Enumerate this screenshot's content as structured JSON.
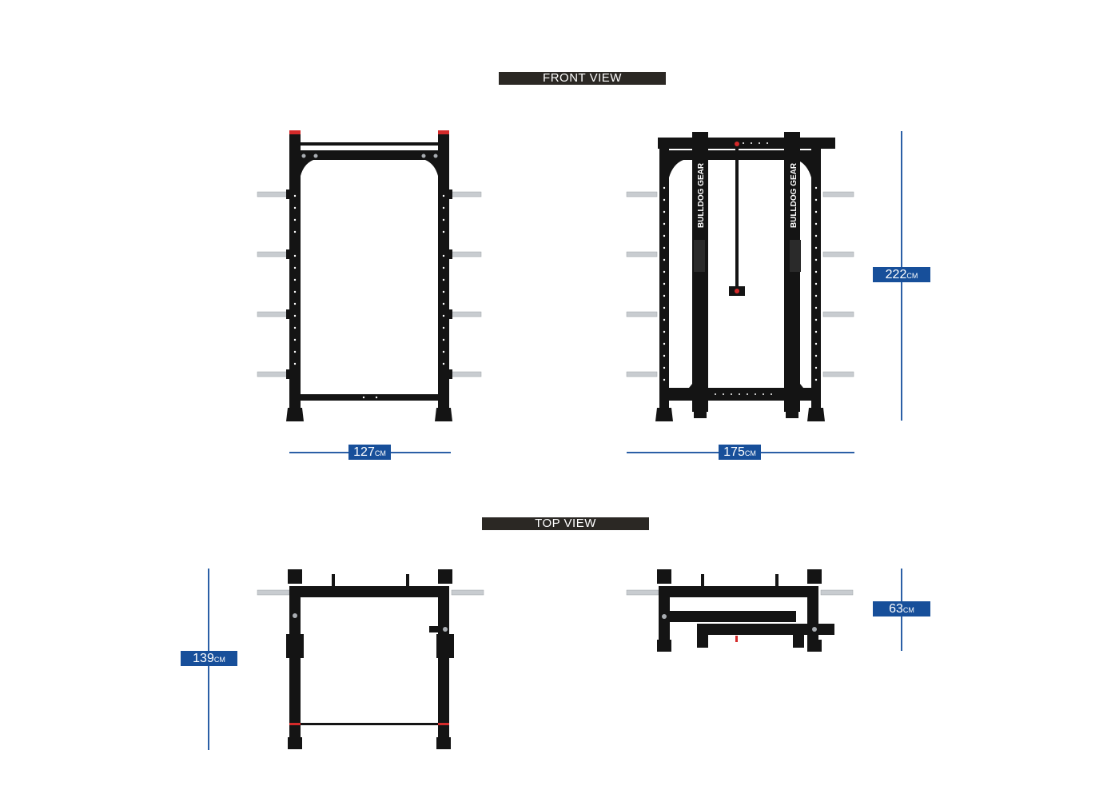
{
  "sections": {
    "front_view": {
      "label": "FRONT VIEW"
    },
    "top_view": {
      "label": "TOP VIEW"
    }
  },
  "dimensions": {
    "front_left_width": {
      "value": "127",
      "unit": "CM"
    },
    "front_right_width": {
      "value": "175",
      "unit": "CM"
    },
    "front_right_height": {
      "value": "222",
      "unit": "CM"
    },
    "top_left_depth": {
      "value": "139",
      "unit": "CM"
    },
    "top_right_depth": {
      "value": "63",
      "unit": "CM"
    }
  },
  "branding": {
    "text": "BULLDOG GEAR"
  },
  "colors": {
    "frame": "#141414",
    "accent_red": "#d42a2a",
    "dimension_blue": "#174f9a",
    "banner": "#2b2824",
    "sleeve": "#c8ccd0"
  }
}
